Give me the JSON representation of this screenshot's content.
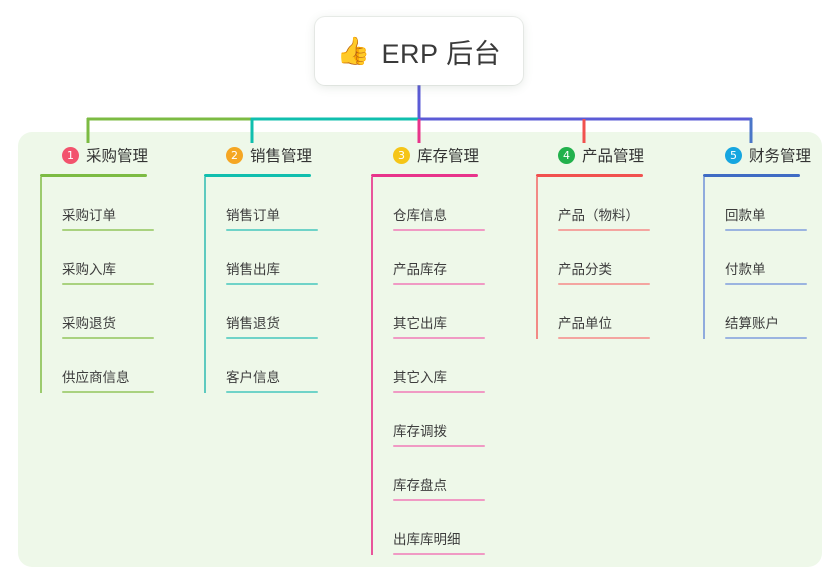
{
  "root": {
    "icon": "thumbs-up-icon",
    "emoji": "👍",
    "title": "ERP 后台"
  },
  "palette": {
    "panel_background": "#eef8e9",
    "page_background": "#ffffff",
    "bus_green": "#7cbb43",
    "bus_teal": "#10bfae",
    "bus_purple": "#5b5bd6",
    "drop_pink": "#e8348b",
    "drop_red": "#f1514f",
    "drop_blue": "#4a76c8"
  },
  "columns": [
    {
      "index": "1",
      "title": "采购管理",
      "badge_color": "#f2536d",
      "rule_color": "#7cbb43",
      "leaf_rule_color": "#a9d27f",
      "spine_color": "#9ccb6e",
      "items": [
        {
          "label": "采购订单"
        },
        {
          "label": "采购入库"
        },
        {
          "label": "采购退货"
        },
        {
          "label": "供应商信息"
        }
      ]
    },
    {
      "index": "2",
      "title": "销售管理",
      "badge_color": "#f5a623",
      "rule_color": "#10bfae",
      "leaf_rule_color": "#6fd3c8",
      "spine_color": "#5ecabf",
      "items": [
        {
          "label": "销售订单"
        },
        {
          "label": "销售出库"
        },
        {
          "label": "销售退货"
        },
        {
          "label": "客户信息"
        }
      ]
    },
    {
      "index": "3",
      "title": "库存管理",
      "badge_color": "#f5c518",
      "rule_color": "#e8348b",
      "leaf_rule_color": "#f09ac4",
      "spine_color": "#e8559b",
      "items": [
        {
          "label": "仓库信息"
        },
        {
          "label": "产品库存"
        },
        {
          "label": "其它出库"
        },
        {
          "label": "其它入库"
        },
        {
          "label": "库存调拨"
        },
        {
          "label": "库存盘点"
        },
        {
          "label": "出库库明细"
        }
      ]
    },
    {
      "index": "4",
      "title": "产品管理",
      "badge_color": "#22b14c",
      "rule_color": "#f1514f",
      "leaf_rule_color": "#f4a5a0",
      "spine_color": "#f28a85",
      "items": [
        {
          "label": "产品（物料）"
        },
        {
          "label": "产品分类"
        },
        {
          "label": "产品单位"
        }
      ]
    },
    {
      "index": "5",
      "title": "财务管理",
      "badge_color": "#16a6e0",
      "rule_color": "#3f6cc4",
      "leaf_rule_color": "#9bb4e0",
      "spine_color": "#8fabdd",
      "items": [
        {
          "label": "回款单"
        },
        {
          "label": "付款单"
        },
        {
          "label": "结算账户"
        }
      ]
    }
  ]
}
